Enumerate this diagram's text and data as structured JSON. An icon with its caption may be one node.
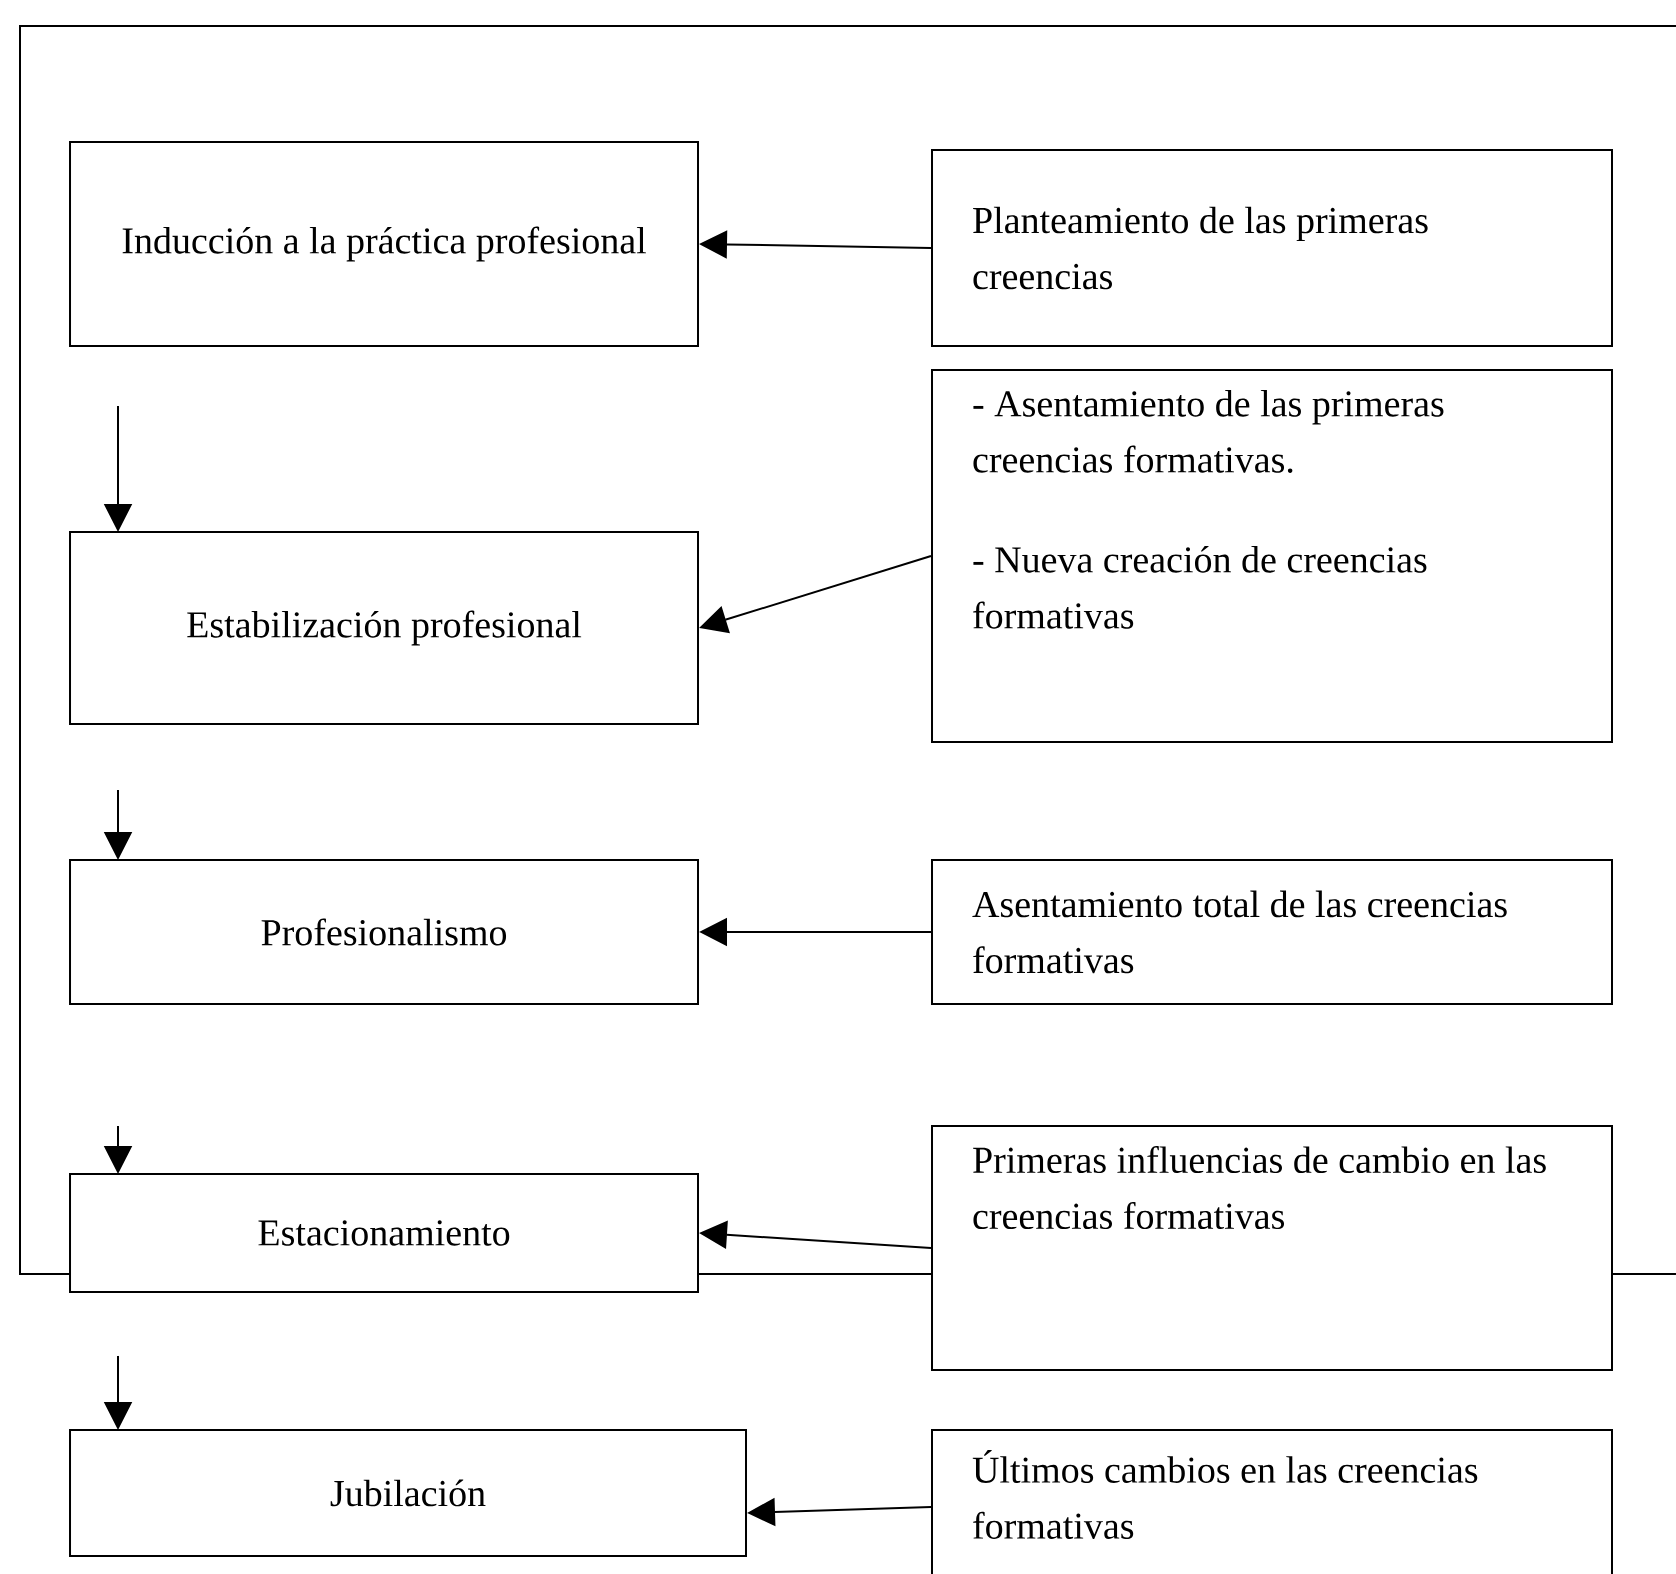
{
  "diagram": {
    "nodes": [
      {
        "text": [
          "Inducción a la práctica profesional"
        ]
      },
      {
        "text": [
          "Planteamiento de las primeras creencias"
        ]
      },
      {
        "text": [
          "Estabilización profesional"
        ]
      },
      {
        "text": [
          "- Asentamiento de las primeras creencias formativas.",
          "- Nueva creación de creencias formativas"
        ]
      },
      {
        "text": [
          "Profesionalismo"
        ]
      },
      {
        "text": [
          "Asentamiento total de las creencias formativas"
        ]
      },
      {
        "text": [
          "Estacionamiento"
        ]
      },
      {
        "text": [
          "Primeras influencias de cambio en las creencias formativas"
        ]
      },
      {
        "text": [
          "Jubilación"
        ]
      },
      {
        "text": [
          "Últimos cambios en las creencias formativas"
        ]
      }
    ],
    "edges": [
      {
        "from": 1,
        "to": 0,
        "arrow": "to"
      },
      {
        "from": null,
        "to": 2,
        "arrow": "to"
      },
      {
        "from": 3,
        "to": 2,
        "arrow": "to"
      },
      {
        "from": null,
        "to": 4,
        "arrow": "to"
      },
      {
        "from": 5,
        "to": 4,
        "arrow": "to"
      },
      {
        "from": null,
        "to": 6,
        "arrow": "to"
      },
      {
        "from": 7,
        "to": 6,
        "arrow": "to"
      },
      {
        "from": null,
        "to": 8,
        "arrow": "to"
      },
      {
        "from": 9,
        "to": 8,
        "arrow": "to"
      }
    ]
  }
}
